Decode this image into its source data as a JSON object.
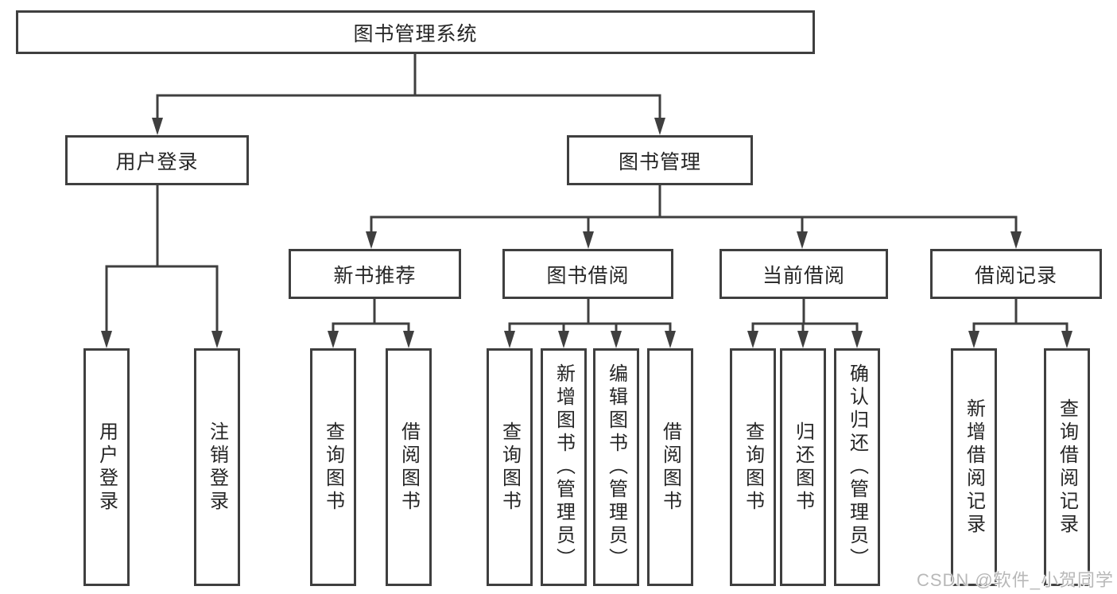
{
  "colors": {
    "line": "#3f3f3f",
    "text": "#262626",
    "watermark": "#b8b8b8",
    "background": "#ffffff"
  },
  "nodes": {
    "root": "图书管理系统",
    "user_login": "用户登录",
    "book_mgmt": "图书管理",
    "new_book_rec": "新书推荐",
    "book_borrow": "图书借阅",
    "current_borrow": "当前借阅",
    "borrow_records": "借阅记录",
    "leaf_user_login": "用户登录",
    "leaf_logout": "注销登录",
    "leaf_nbr_query": "查询图书",
    "leaf_nbr_borrow": "借阅图书",
    "leaf_bb_query": "查询图书",
    "leaf_bb_add": "新增图书（管理员）",
    "leaf_bb_edit": "编辑图书（管理员）",
    "leaf_bb_borrow": "借阅图书",
    "leaf_cb_query": "查询图书",
    "leaf_cb_return": "归还图书",
    "leaf_cb_confirm": "确认归还（管理员）",
    "leaf_br_add": "新增借阅记录",
    "leaf_br_query": "查询借阅记录"
  },
  "watermark": "CSDN @软件_小贺同学"
}
